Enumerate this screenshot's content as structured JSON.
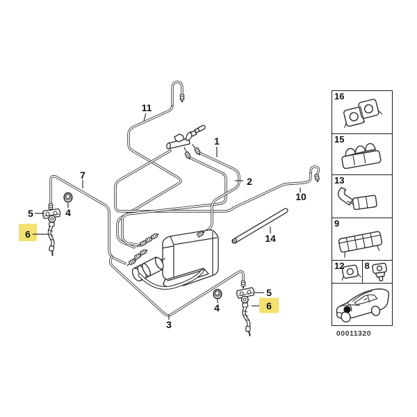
{
  "diagram": {
    "callouts": {
      "n11": "11",
      "n1": "1",
      "n2": "2",
      "n7": "7",
      "n10": "10",
      "n5_left": "5",
      "n4_left": "4",
      "n6_left": "6",
      "n14": "14",
      "n3": "3",
      "n4_right": "4",
      "n5_right": "5",
      "n6_right": "6"
    },
    "highlighted_callout": "6",
    "highlight_color": "#F3E170",
    "line_color": "#2b2b2b"
  },
  "sidebar": {
    "cells": [
      {
        "label": "16"
      },
      {
        "label": "15"
      },
      {
        "label": "13"
      },
      {
        "label": "9"
      },
      {
        "label": "12"
      },
      {
        "label": "8"
      }
    ],
    "caption": "00011320"
  }
}
